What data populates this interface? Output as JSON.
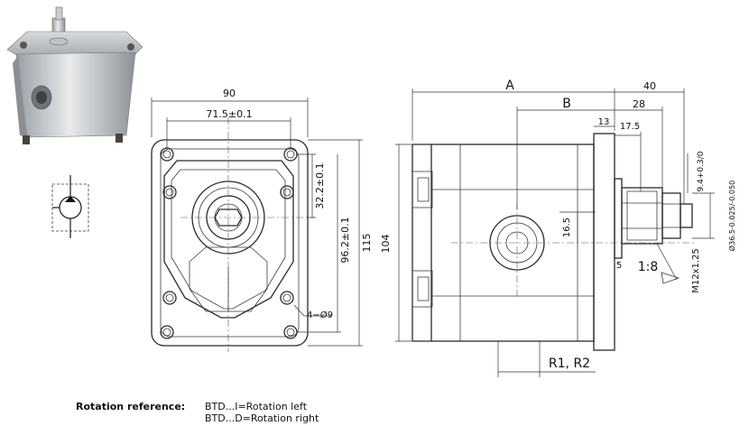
{
  "front_view": {
    "width": "90",
    "bolt_spacing_h": "71.5±0.1",
    "offset_v": "32.2±0.1",
    "bolt_spacing_v": "96.2±0.1",
    "height": "115",
    "holes": "4−Ø9"
  },
  "side_view": {
    "length_a": "A",
    "length_b": "B",
    "flange_overhang": "40",
    "shaft_length": "28",
    "flange_thick": "13",
    "spline_len": "17.5",
    "key_width": "9.4+0.3/0",
    "body_height": "104",
    "port_offset": "16.5",
    "shaft_dia": "Ø36.5-0.025/-0.050",
    "small_dim": "5",
    "taper": "1:8",
    "thread": "M12x1.25",
    "ports": "R1, R2"
  },
  "rotation": {
    "label": "Rotation reference:",
    "left": "BTD...I=Rotation left",
    "right": "BTD...D=Rotation right"
  }
}
